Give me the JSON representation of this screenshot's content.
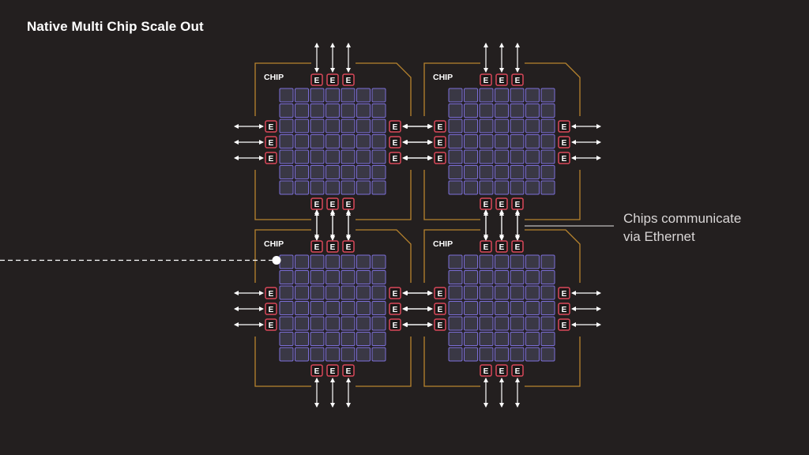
{
  "title": "Native Multi Chip Scale Out",
  "callout": {
    "line1": "Chips communicate",
    "line2": "via Ethernet"
  },
  "chip_label": "CHIP",
  "ethernet_label": "E",
  "chips": [
    {
      "id": "top-left",
      "label": "CHIP"
    },
    {
      "id": "top-right",
      "label": "CHIP"
    },
    {
      "id": "bottom-left",
      "label": "CHIP"
    },
    {
      "id": "bottom-right",
      "label": "CHIP"
    }
  ],
  "grid": {
    "rows": 7,
    "cols": 7
  },
  "colors": {
    "background": "#231f1f",
    "frame": "#b8842e",
    "core_fill": "#3a3845",
    "core_stroke": "#7c6fd9",
    "port_fill": "#1b1717",
    "port_stroke": "#d9485a",
    "arrow": "#ffffff",
    "callout_line": "#bfbcbc"
  },
  "icons": {
    "arrow": "double-headed-arrow-icon",
    "ethernet_port": "ethernet-port-icon",
    "pointer_dot": "pointer-dot-icon"
  }
}
